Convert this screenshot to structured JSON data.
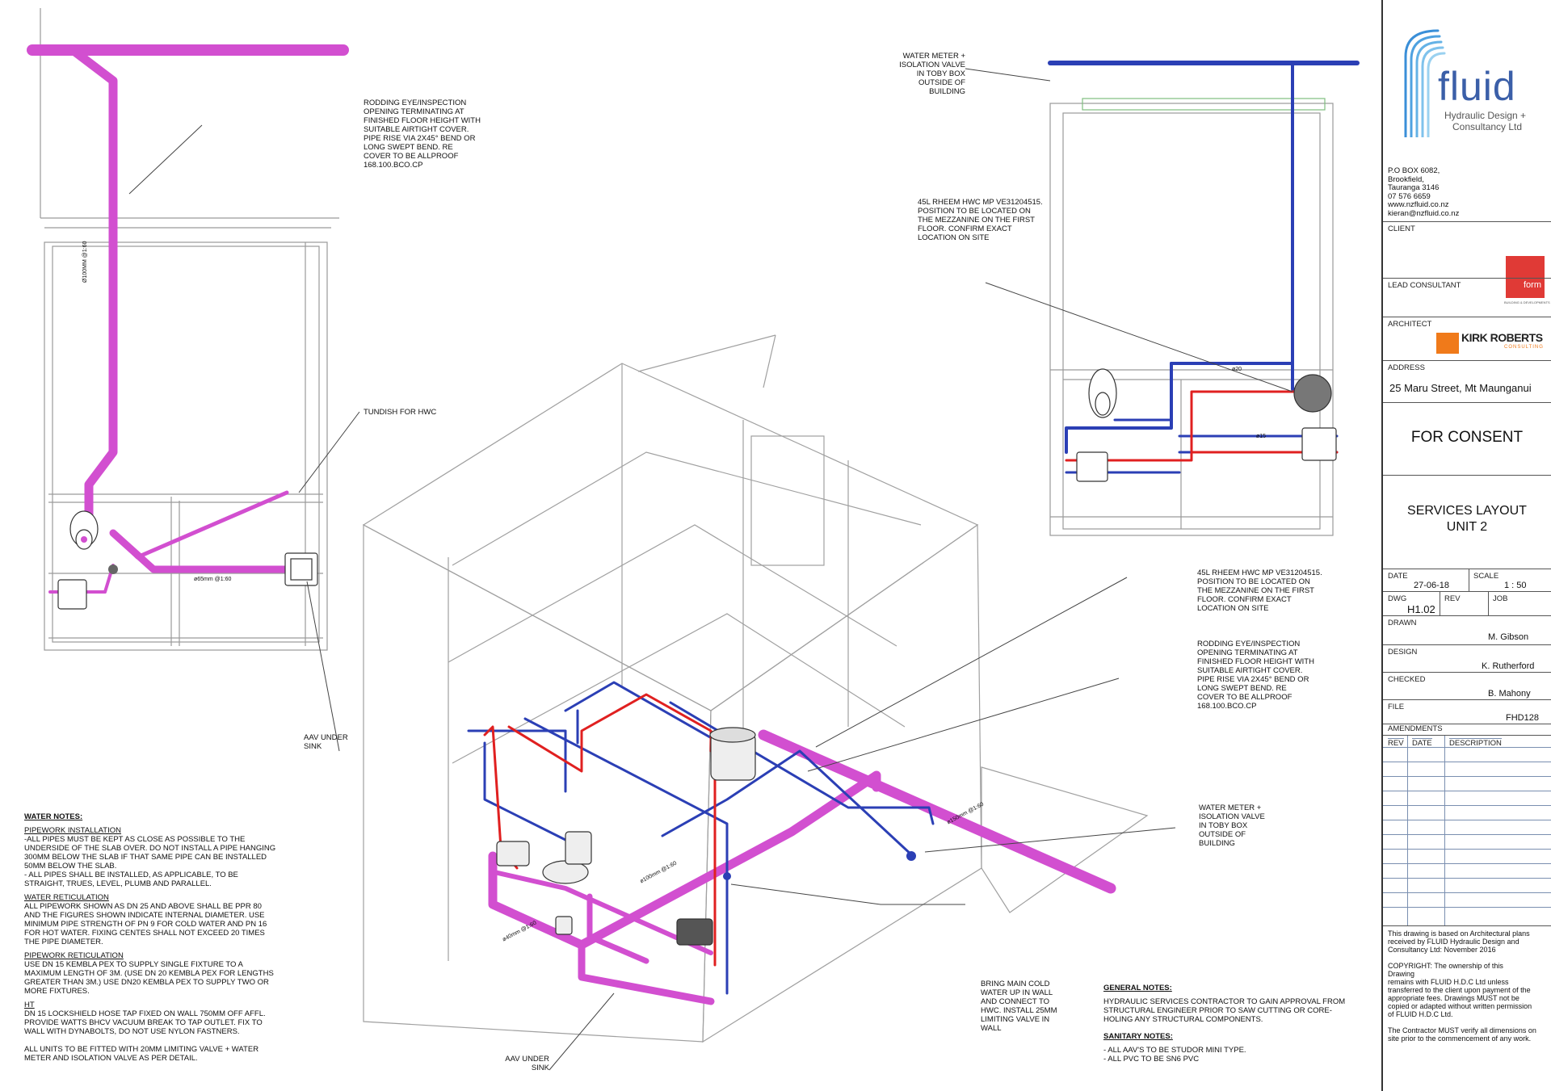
{
  "drawing": {
    "callouts": {
      "rodding_left": [
        "RODDING EYE/INSPECTION",
        "OPENING TERMINATING AT",
        "FINISHED FLOOR HEIGHT WITH",
        "SUITABLE AIRTIGHT COVER.",
        "PIPE RISE VIA 2X45° BEND OR",
        "LONG SWEPT BEND. RE",
        "COVER TO BE ALLPROOF",
        "168.100.BCO.CP"
      ],
      "tundish": "TUNDISH  FOR HWC",
      "aav_left": [
        "AAV UNDER",
        "SINK"
      ],
      "water_meter_top": [
        "WATER METER +",
        "ISOLATION VALVE",
        "IN TOBY BOX",
        "OUTSIDE OF",
        "BUILDING"
      ],
      "hwc_top": [
        "45L RHEEM HWC MP VE31204515.",
        "POSITION TO BE LOCATED ON",
        "THE MEZZANINE ON THE FIRST",
        "FLOOR. CONFIRM EXACT",
        "LOCATION ON SITE"
      ],
      "hwc_right": [
        "45L RHEEM HWC MP VE31204515.",
        "POSITION TO BE LOCATED ON",
        "THE MEZZANINE ON THE FIRST",
        "FLOOR. CONFIRM EXACT",
        "LOCATION ON SITE"
      ],
      "rodding_right": [
        "RODDING EYE/INSPECTION",
        "OPENING TERMINATING AT",
        "FINISHED FLOOR HEIGHT WITH",
        "SUITABLE AIRTIGHT COVER.",
        "PIPE RISE VIA 2X45° BEND OR",
        "LONG SWEPT BEND. RE",
        "COVER TO BE ALLPROOF",
        "168.100.BCO.CP"
      ],
      "water_meter_right": [
        "WATER METER +",
        "ISOLATION VALVE",
        "IN TOBY BOX",
        "OUTSIDE OF",
        "BUILDING"
      ],
      "bring_main": [
        "BRING MAIN COLD",
        "WATER UP IN WALL",
        "AND CONNECT TO",
        "HWC. INSTALL 25MM",
        "LIMITING VALVE IN",
        "WALL"
      ],
      "aav_bottom": [
        "AAV UNDER",
        "SINK"
      ]
    },
    "pipe_labels": {
      "left_riser": "ø100mm @1:60",
      "left_branch": "ø65mm @1:60",
      "iso_main": "ø150mm @1:60",
      "iso_mid": "ø100mm @1:60",
      "iso_low": "ø40mm @1:60",
      "plan_20": "ø20",
      "plan_15": "ø15"
    },
    "water_notes": {
      "title": "WATER NOTES:",
      "sections": [
        {
          "heading": "PIPEWORK INSTALLATION",
          "lines": [
            "-ALL PIPES MUST BE KEPT AS CLOSE AS POSSIBLE TO THE",
            "UNDERSIDE OF THE SLAB OVER. DO NOT INSTALL A PIPE HANGING",
            "300MM BELOW THE SLAB IF THAT SAME PIPE CAN BE INSTALLED",
            "50MM BELOW THE SLAB.",
            "- ALL PIPES SHALL BE INSTALLED, AS APPLICABLE, TO BE",
            "STRAIGHT, TRUES, LEVEL, PLUMB AND PARALLEL."
          ]
        },
        {
          "heading": "WATER RETICULATION",
          "lines": [
            "ALL PIPEWORK SHOWN AS DN 25 AND ABOVE SHALL BE PPR 80",
            "AND THE FIGURES SHOWN INDICATE INTERNAL DIAMETER. USE",
            "MINIMUM PIPE STRENGTH OF PN 9 FOR COLD WATER AND PN 16",
            "FOR HOT WATER. FIXING CENTES SHALL NOT EXCEED 20 TIMES",
            "THE PIPE DIAMETER."
          ]
        },
        {
          "heading": "PIPEWORK RETICULATION",
          "lines": [
            "USE DN 15 KEMBLA PEX TO SUPPLY SINGLE FIXTURE TO A",
            "MAXIMUM LENGTH OF 3M. (USE DN 20 KEMBLA PEX FOR LENGTHS",
            "GREATER THAN 3M.) USE DN20 KEMBLA PEX TO SUPPLY TWO OR",
            "MORE FIXTURES."
          ]
        },
        {
          "heading": "HT",
          "lines": [
            "DN 15 LOCKSHIELD HOSE TAP FIXED ON WALL 750MM OFF AFFL.",
            "PROVIDE WATTS BHCV VACUUM BREAK TO TAP OUTLET. FIX TO",
            "WALL WITH DYNABOLTS, DO NOT USE NYLON FASTNERS."
          ]
        },
        {
          "heading": "",
          "lines": [
            "ALL UNITS TO BE FITTED WITH 20MM LIMITING VALVE + WATER",
            "METER AND ISOLATION VALVE AS PER DETAIL."
          ]
        }
      ]
    },
    "general_notes": {
      "title": "GENERAL NOTES:",
      "lines": [
        "HYDRAULIC SERVICES CONTRACTOR TO GAIN APPROVAL FROM",
        "STRUCTURAL ENGINEER PRIOR TO SAW CUTTING OR CORE-",
        "HOLING ANY STRUCTURAL COMPONENTS."
      ],
      "sanitary_title": "SANITARY NOTES:",
      "sanitary_lines": [
        "- ALL AAV'S TO BE STUDOR MINI TYPE.",
        "- ALL PVC TO BE SN6 PVC"
      ]
    }
  },
  "title_block": {
    "logo_word": "fluid",
    "logo_sub1": "Hydraulic Design +",
    "logo_sub2": "Consultancy Ltd",
    "contact": [
      "P.O BOX 6082,",
      "Brookfield,",
      "Tauranga 3146",
      "07 576 6659",
      "www.nzfluid.co.nz",
      "kieran@nzfluid.co.nz"
    ],
    "client_label": "CLIENT",
    "client_logo": "form",
    "client_logo_sub": "BUILDING & DEVELOPMENTS",
    "lead_consultant_label": "LEAD CONSULTANT",
    "architect_label": "ARCHITECT",
    "architect_logo_main": "KIRK ROBERTS",
    "architect_logo_sub": "CONSULTING",
    "address_label": "ADDRESS",
    "address": "25 Maru Street, Mt Maunganui",
    "status": "FOR CONSENT",
    "title_line1": "SERVICES LAYOUT",
    "title_line2": "UNIT 2",
    "date_label": "DATE",
    "date": "27-06-18",
    "scale_label": "SCALE",
    "scale": "1 : 50",
    "dwg_label": "DWG",
    "dwg": "H1.02",
    "rev_label": "REV",
    "job_label": "JOB",
    "drawn_label": "DRAWN",
    "drawn": "M. Gibson",
    "design_label": "DESIGN",
    "design": "K. Rutherford",
    "checked_label": "CHECKED",
    "checked": "B. Mahony",
    "file_label": "FILE",
    "file": "FHD128",
    "amendments_label": "AMENDMENTS",
    "amend_cols": [
      "REV",
      "DATE",
      "DESCRIPTION"
    ],
    "disclaimer1": [
      "This drawing is based on Architectural plans",
      "received by FLUID Hydraulic Design and",
      "Consultancy Ltd: November 2016"
    ],
    "copyright": [
      "COPYRIGHT: The ownership of this",
      "Drawing",
      "remains with FLUID H.D.C Ltd unless",
      "transferred to the client upon payment  of the",
      "appropriate fees. Drawings MUST not be",
      "copied or adapted without written permission",
      "of FLUID H.D.C Ltd."
    ],
    "verify": [
      "The Contractor MUST verify all dimensions on",
      "site prior to the commencement of any work."
    ]
  },
  "colors": {
    "waste": "#d24fd0",
    "cold": "#2b3fb5",
    "hot": "#e02020",
    "frame": "#9a9a9a",
    "vent": "#7fbf7f"
  }
}
